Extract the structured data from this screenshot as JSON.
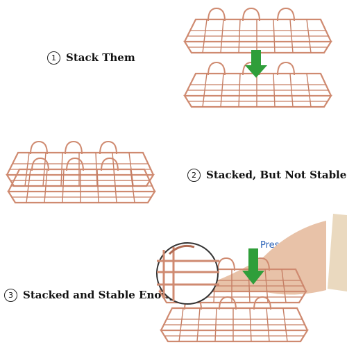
{
  "steps": [
    {
      "number": "1",
      "label": "Stack Them"
    },
    {
      "number": "2",
      "label": "Stacked,  But Not Stable"
    },
    {
      "number": "3",
      "label": "Stacked and Stable Enough"
    }
  ],
  "annotation": {
    "press_down": "Press Down"
  },
  "colors": {
    "wire": "#cf8a70",
    "wire_dark": "#b06a52",
    "arrow": "#2f9e3a",
    "annotation_text": "#2b63b8",
    "skin": "#e8c2a8",
    "sleeve": "#ead9bf"
  }
}
